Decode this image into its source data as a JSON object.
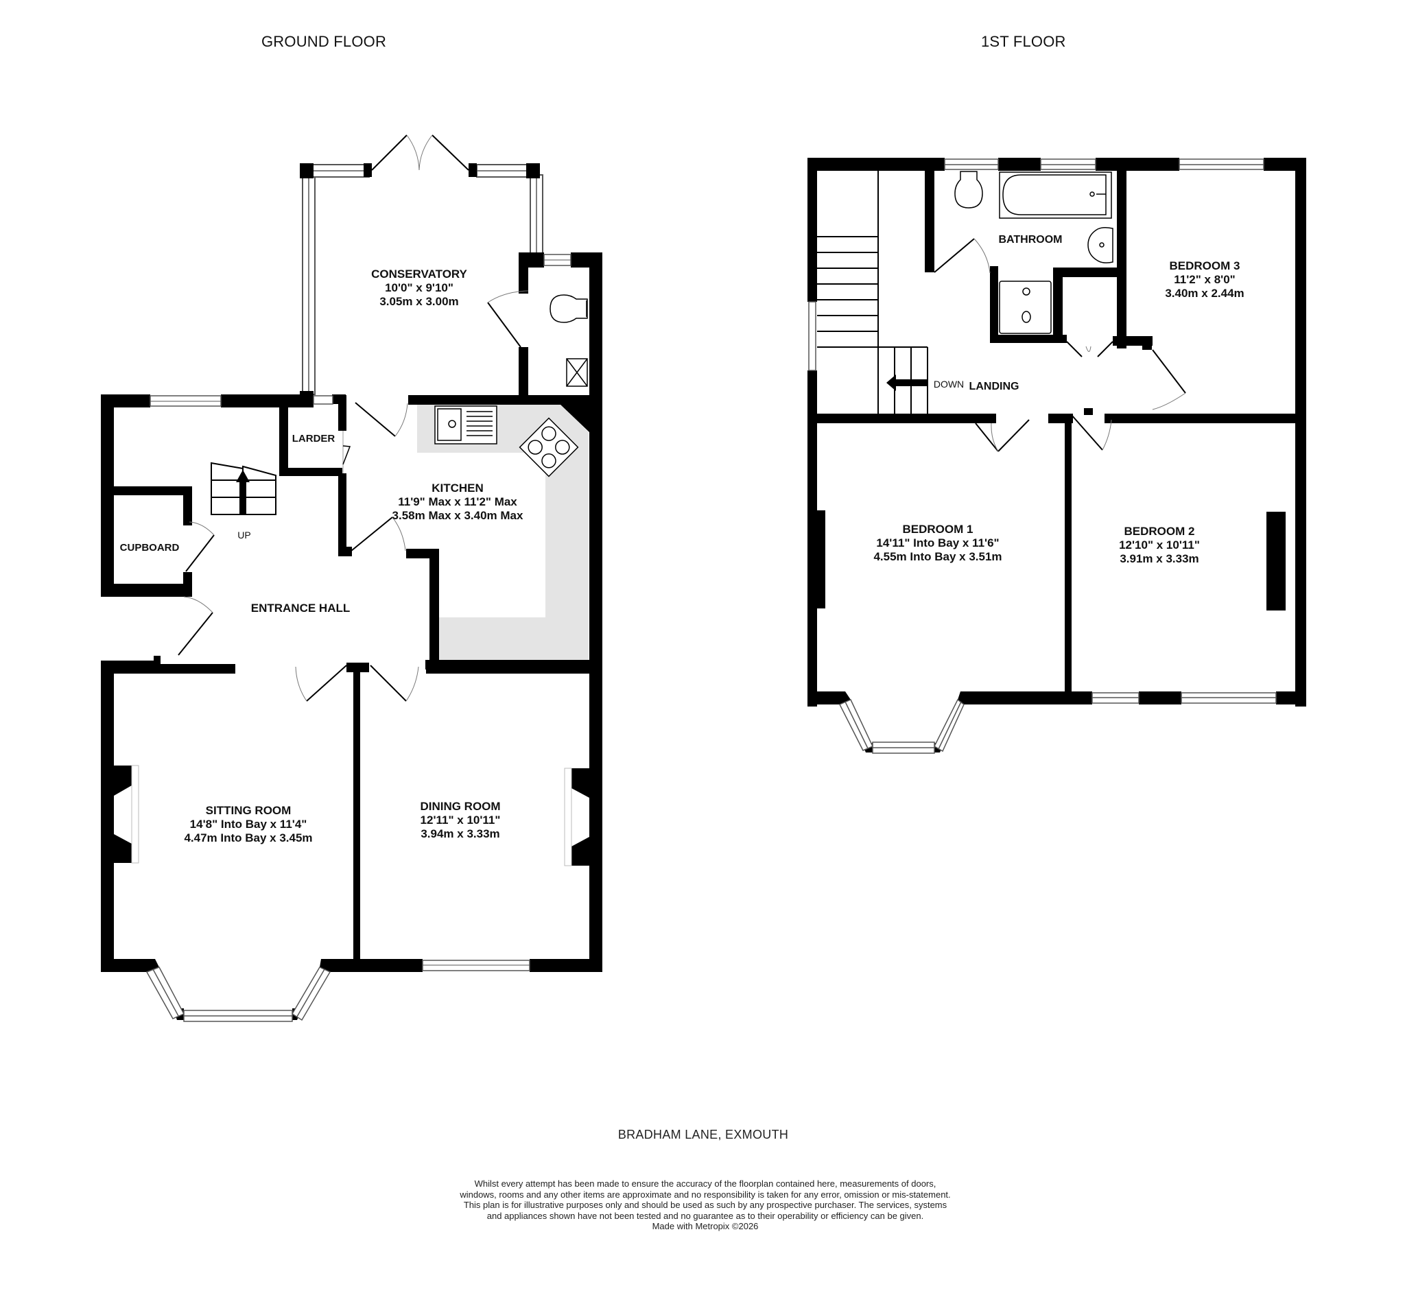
{
  "floors": {
    "ground": {
      "title": "GROUND FLOOR"
    },
    "first": {
      "title": "1ST FLOOR"
    }
  },
  "rooms": {
    "conservatory": {
      "name": "CONSERVATORY",
      "imperial": "10'0\"  x 9'10\"",
      "metric": "3.05m  x 3.00m"
    },
    "kitchen": {
      "name": "KITCHEN",
      "imperial": "11'9\" Max x 11'2\" Max",
      "metric": "3.58m Max x 3.40m Max"
    },
    "larder": {
      "name": "LARDER"
    },
    "cupboard": {
      "name": "CUPBOARD"
    },
    "entrance_hall": {
      "name": "ENTRANCE HALL"
    },
    "sitting_room": {
      "name": "SITTING ROOM",
      "imperial": "14'8\" Into Bay x 11'4\"",
      "metric": "4.47m Into Bay x 3.45m"
    },
    "dining_room": {
      "name": "DINING ROOM",
      "imperial": "12'11\"  x 10'11\"",
      "metric": "3.94m  x 3.33m"
    },
    "bathroom": {
      "name": "BATHROOM"
    },
    "landing": {
      "name": "LANDING"
    },
    "bedroom_1": {
      "name": "BEDROOM 1",
      "imperial": "14'11\" Into Bay x 11'6\"",
      "metric": "4.55m Into Bay x 3.51m"
    },
    "bedroom_2": {
      "name": "BEDROOM 2",
      "imperial": "12'10\"  x 10'11\"",
      "metric": "3.91m  x 3.33m"
    },
    "bedroom_3": {
      "name": "BEDROOM 3",
      "imperial": "11'2\"  x 8'0\"",
      "metric": "3.40m  x 2.44m"
    }
  },
  "stairs": {
    "up_label": "UP",
    "down_label": "DOWN"
  },
  "colors": {
    "wall": "#000000",
    "worktop": "#e4e4e4",
    "window": "#ffffff",
    "background": "#ffffff"
  },
  "footer": {
    "address": "BRADHAM LANE, EXMOUTH",
    "disclaimer": "Whilst every attempt has been made to ensure the accuracy of the floorplan contained here, measurements of doors, windows, rooms and any other items are approximate and no responsibility is taken for any error, omission or mis-statement. This plan is for illustrative purposes only and should be used as such by any prospective purchaser. The services, systems and appliances shown have not been tested and no guarantee as to their operability or efficiency can be given.",
    "credit": "Made with Metropix ©2026"
  }
}
